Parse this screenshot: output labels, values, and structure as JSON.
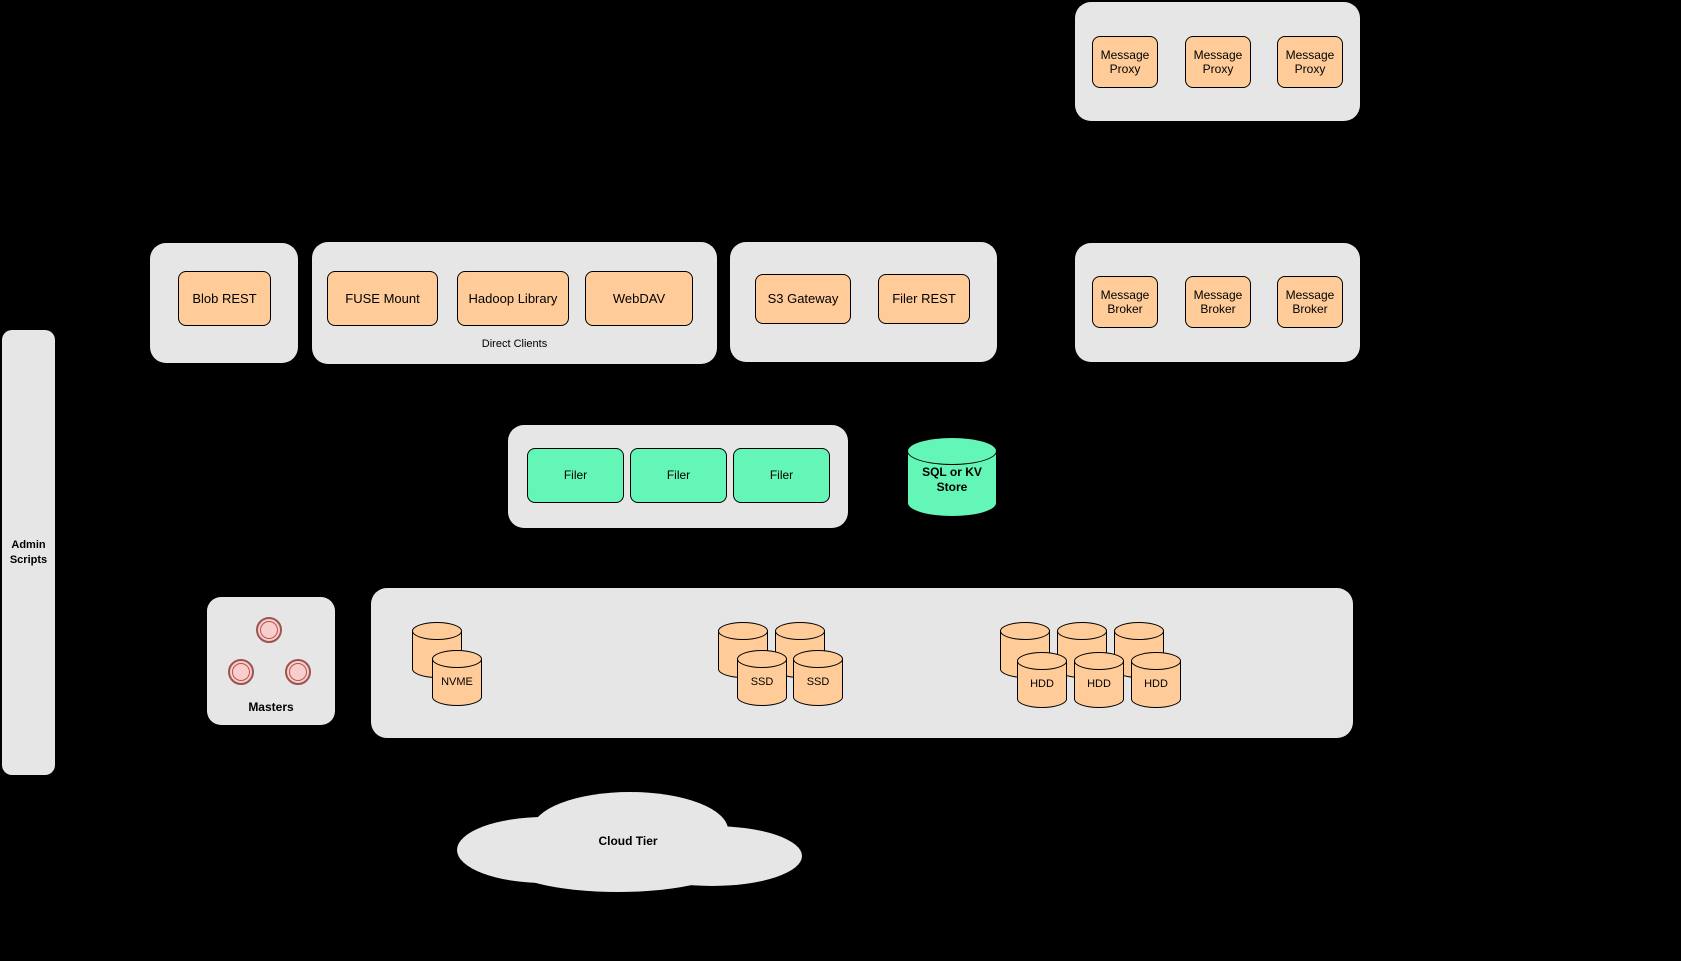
{
  "colors": {
    "background": "#000000",
    "group_fill": "#e6e6e6",
    "node_fill": "#ffcc99",
    "node_stroke": "#000000",
    "filer_fill": "#63f6b6",
    "master_fill": "#f8cecc",
    "master_stroke": "#b85450"
  },
  "message_proxy_group": {
    "items": [
      "Message Proxy",
      "Message Proxy",
      "Message Proxy"
    ]
  },
  "blob_group": {
    "label": "Blob REST"
  },
  "direct_clients_group": {
    "caption": "Direct Clients",
    "items": [
      "FUSE Mount",
      "Hadoop Library",
      "WebDAV"
    ]
  },
  "gateway_group": {
    "items": [
      "S3 Gateway",
      "Filer REST"
    ]
  },
  "message_broker_group": {
    "items": [
      "Message Broker",
      "Message Broker",
      "Message Broker"
    ]
  },
  "filer_group": {
    "items": [
      "Filer",
      "Filer",
      "Filer"
    ]
  },
  "kv_store": {
    "label": "SQL or KV Store"
  },
  "admin_panel": {
    "label": "Admin Scripts"
  },
  "masters_group": {
    "label": "Masters"
  },
  "volume_group": {
    "nvme": {
      "label": "NVME"
    },
    "ssd": {
      "labels": [
        "SSD",
        "SSD"
      ]
    },
    "hdd": {
      "labels": [
        "HDD",
        "HDD",
        "HDD"
      ]
    }
  },
  "cloud_tier": {
    "label": "Cloud Tier"
  }
}
